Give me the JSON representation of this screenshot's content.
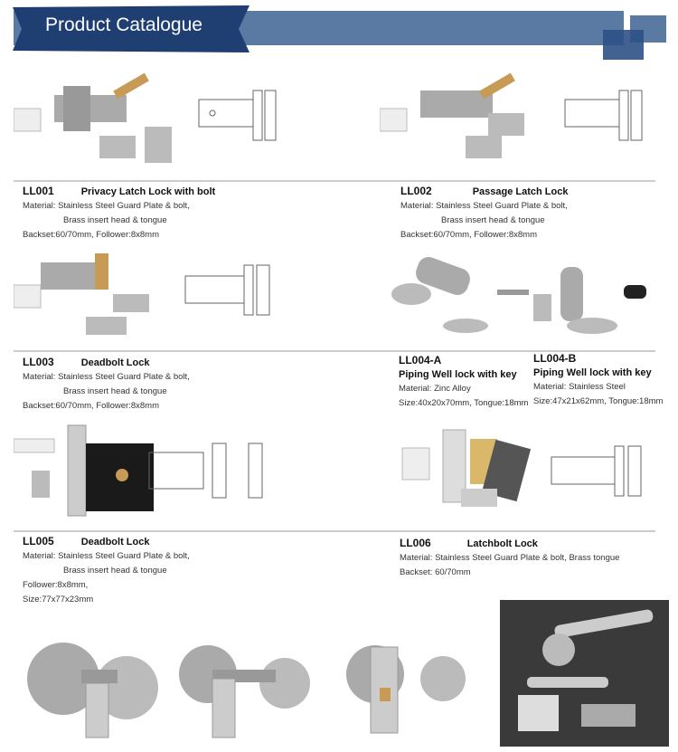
{
  "header": {
    "title": "Product Catalogue",
    "colors": {
      "bar": "#5a7aa3",
      "ribbon": "#1f3f73"
    }
  },
  "products": [
    {
      "code": "LL001",
      "name": "Privacy Latch Lock with bolt",
      "lines": [
        "Material: Stainless Steel Guard Plate & bolt,",
        "Brass insert head & tongue",
        "Backset:60/70mm, Follower:8x8mm"
      ]
    },
    {
      "code": "LL002",
      "name": "Passage Latch Lock",
      "lines": [
        "Material: Stainless Steel Guard Plate & bolt,",
        "Brass insert head & tongue",
        "Backset:60/70mm, Follower:8x8mm"
      ]
    },
    {
      "code": "LL003",
      "name": "Deadbolt Lock",
      "lines": [
        "Material: Stainless Steel Guard Plate & bolt,",
        "Brass insert head & tongue",
        "Backset:60/70mm, Follower:8x8mm"
      ]
    },
    {
      "code": "LL004-A",
      "name": "Piping Well lock with key",
      "lines": [
        "Material: Zinc Alloy",
        "Size:40x20x70mm, Tongue:18mm"
      ]
    },
    {
      "code": "LL004-B",
      "name": "Piping Well lock with key",
      "lines": [
        "Material: Stainless Steel",
        "Size:47x21x62mm, Tongue:18mm"
      ]
    },
    {
      "code": "LL005",
      "name": "Deadbolt Lock",
      "lines": [
        "Material: Stainless Steel Guard Plate & bolt,",
        "Brass insert head & tongue",
        "Follower:8x8mm,",
        "Size:77x77x23mm"
      ]
    },
    {
      "code": "LL006",
      "name": "Latchbolt Lock",
      "lines": [
        "Material: Stainless Steel Guard Plate & bolt, Brass tongue",
        "Backset: 60/70mm"
      ]
    }
  ]
}
